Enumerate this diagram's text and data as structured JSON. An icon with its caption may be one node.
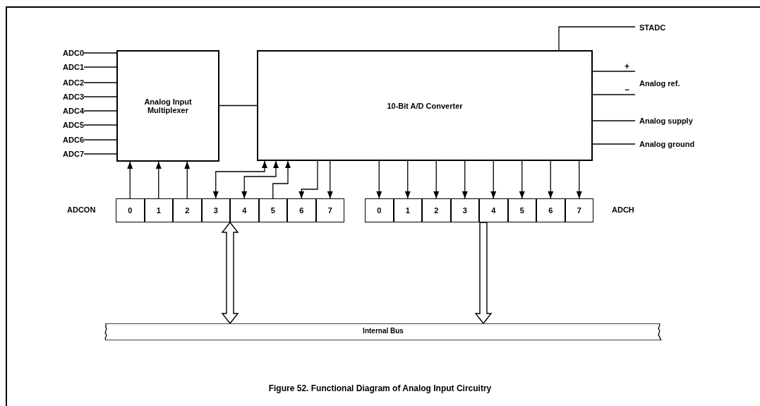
{
  "diagram": {
    "caption": "Figure 52. Functional Diagram of Analog Input Circuitry",
    "nodes": [
      {
        "text": [
          "Analog Input Multiplexer"
        ]
      },
      {
        "text": [
          "10-Bit A/D Converter"
        ]
      },
      {
        "text": [
          "ADCON"
        ]
      },
      {
        "text": [
          "0"
        ],
        "in": 2
      },
      {
        "text": [
          "1"
        ],
        "in": 2
      },
      {
        "text": [
          "2"
        ],
        "in": 2
      },
      {
        "text": [
          "3"
        ],
        "in": 2
      },
      {
        "text": [
          "4"
        ],
        "in": 2
      },
      {
        "text": [
          "5"
        ],
        "in": 2
      },
      {
        "text": [
          "6"
        ],
        "in": 2
      },
      {
        "text": [
          "7"
        ],
        "in": 2
      },
      {
        "text": [
          "ADCH"
        ]
      },
      {
        "text": [
          "0"
        ],
        "in": 11
      },
      {
        "text": [
          "1"
        ],
        "in": 11
      },
      {
        "text": [
          "2"
        ],
        "in": 11
      },
      {
        "text": [
          "3"
        ],
        "in": 11
      },
      {
        "text": [
          "4"
        ],
        "in": 11
      },
      {
        "text": [
          "5"
        ],
        "in": 11
      },
      {
        "text": [
          "6"
        ],
        "in": 11
      },
      {
        "text": [
          "7"
        ],
        "in": 11
      },
      {
        "text": [
          "Internal Bus"
        ]
      },
      {
        "text": [
          "ADC0"
        ]
      },
      {
        "text": [
          "ADC1"
        ]
      },
      {
        "text": [
          "ADC2"
        ]
      },
      {
        "text": [
          "ADC3"
        ]
      },
      {
        "text": [
          "ADC4"
        ]
      },
      {
        "text": [
          "ADC5"
        ]
      },
      {
        "text": [
          "ADC6"
        ]
      },
      {
        "text": [
          "ADC7"
        ]
      },
      {
        "text": [
          "STADC"
        ]
      },
      {
        "text": [
          "Analog ref."
        ]
      },
      {
        "text": [
          "Analog supply"
        ]
      },
      {
        "text": [
          "Analog ground"
        ]
      }
    ],
    "edges": [
      {
        "from": 21,
        "to": 0,
        "arrow": "none"
      },
      {
        "from": 22,
        "to": 0,
        "arrow": "none"
      },
      {
        "from": 23,
        "to": 0,
        "arrow": "none"
      },
      {
        "from": 24,
        "to": 0,
        "arrow": "none"
      },
      {
        "from": 25,
        "to": 0,
        "arrow": "none"
      },
      {
        "from": 26,
        "to": 0,
        "arrow": "none"
      },
      {
        "from": 27,
        "to": 0,
        "arrow": "none"
      },
      {
        "from": 28,
        "to": 0,
        "arrow": "none"
      },
      {
        "from": 0,
        "to": 1,
        "arrow": "none"
      },
      {
        "from": 3,
        "to": 0,
        "arrow": "to"
      },
      {
        "from": 4,
        "to": 0,
        "arrow": "to"
      },
      {
        "from": 5,
        "to": 0,
        "arrow": "to"
      },
      {
        "from": 1,
        "to": 6,
        "arrow": "both"
      },
      {
        "from": 1,
        "to": 7,
        "arrow": "both"
      },
      {
        "from": 8,
        "to": 1,
        "arrow": "to"
      },
      {
        "from": 1,
        "to": 9,
        "arrow": "to"
      },
      {
        "from": 1,
        "to": 10,
        "arrow": "to"
      },
      {
        "from": 1,
        "to": 12,
        "arrow": "to"
      },
      {
        "from": 1,
        "to": 13,
        "arrow": "to"
      },
      {
        "from": 1,
        "to": 14,
        "arrow": "to"
      },
      {
        "from": 1,
        "to": 15,
        "arrow": "to"
      },
      {
        "from": 1,
        "to": 16,
        "arrow": "to"
      },
      {
        "from": 1,
        "to": 17,
        "arrow": "to"
      },
      {
        "from": 1,
        "to": 18,
        "arrow": "to"
      },
      {
        "from": 1,
        "to": 19,
        "arrow": "to"
      },
      {
        "from": 2,
        "to": 20,
        "arrow": "both",
        "style": "thick"
      },
      {
        "from": 11,
        "to": 20,
        "arrow": "to",
        "style": "thick"
      },
      {
        "from": 29,
        "to": 1,
        "arrow": "none"
      },
      {
        "from": 30,
        "to": 1,
        "arrow": "none",
        "label": "+"
      },
      {
        "from": 30,
        "to": 1,
        "arrow": "none",
        "label": "−"
      },
      {
        "from": 31,
        "to": 1,
        "arrow": "none"
      },
      {
        "from": 32,
        "to": 1,
        "arrow": "none"
      }
    ]
  }
}
